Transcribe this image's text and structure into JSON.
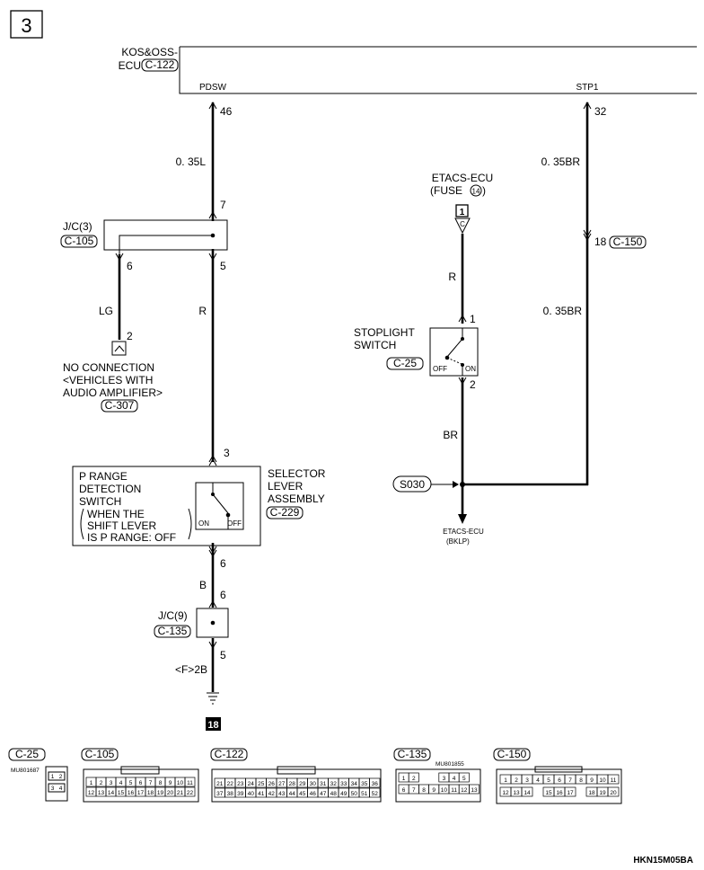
{
  "page_number": "3",
  "ecu": {
    "name_line1": "KOS&OSS-",
    "name_line2": "ECU",
    "connector": "C-122"
  },
  "signals": {
    "left": "PDSW",
    "right": "STP1"
  },
  "pins": {
    "pdsw": "46",
    "stp1": "32",
    "jc3_in": "7",
    "jc3_out_lg": "6",
    "jc3_out_r": "5",
    "nc_pin": "2",
    "sel_pin_top": "3",
    "sel_pin_bot": "6",
    "jc9_in": "6",
    "jc9_out": "5",
    "fuse_conn": "1",
    "stop_pin1": "1",
    "stop_pin2": "2",
    "c150_pin": "18"
  },
  "wires": {
    "w_035L": "0. 35L",
    "w_LG": "LG",
    "w_R1": "R",
    "w_B": "B",
    "w_ground": "<F>2B",
    "w_035BR_top": "0. 35BR",
    "w_035BR_mid": "0. 35BR",
    "w_R2": "R",
    "w_BR": "BR"
  },
  "jc3": {
    "name": "J/C(3)",
    "connector": "C-105"
  },
  "jc9": {
    "name": "J/C(9)",
    "connector": "C-135"
  },
  "no_connection": {
    "line1": "NO CONNECTION",
    "line2": "<VEHICLES WITH",
    "line3": "AUDIO AMPLIFIER>",
    "connector": "C-307"
  },
  "prange": {
    "line1": "P RANGE",
    "line2": "DETECTION",
    "line3": "SWITCH",
    "line4": "WHEN THE",
    "line5": "SHIFT LEVER",
    "line6": "IS P RANGE: OFF",
    "on": "ON",
    "off": "OFF"
  },
  "selector": {
    "line1": "SELECTOR",
    "line2": "LEVER",
    "line3": "ASSEMBLY",
    "connector": "C-229"
  },
  "etacs_fuse": {
    "line1": "ETACS-ECU",
    "line2": "(FUSE",
    "fuse_no": "14",
    "line2_end": ")",
    "conn_letter": "C"
  },
  "stoplight": {
    "line1": "STOPLIGHT",
    "line2": "SWITCH",
    "connector": "C-25",
    "off": "OFF",
    "on": "ON"
  },
  "c150_label": "C-150",
  "splice": "S030",
  "etacs_bklp": {
    "line1": "ETACS-ECU",
    "line2": "(BKLP)"
  },
  "ground_no": "18",
  "connectors": {
    "c25": {
      "label": "C-25",
      "code": "MU801687",
      "row1": [
        "1",
        "2"
      ],
      "row2": [
        "3",
        "4"
      ]
    },
    "c105": {
      "label": "C-105",
      "row1": [
        "1",
        "2",
        "3",
        "4",
        "5",
        "6",
        "7",
        "8",
        "9",
        "10",
        "11"
      ],
      "row2": [
        "12",
        "13",
        "14",
        "15",
        "16",
        "17",
        "18",
        "19",
        "20",
        "21",
        "22"
      ]
    },
    "c122": {
      "label": "C-122",
      "row1": [
        "21",
        "22",
        "23",
        "24",
        "25",
        "26",
        "27",
        "28",
        "29",
        "30",
        "31",
        "32",
        "33",
        "34",
        "35",
        "36"
      ],
      "row2": [
        "37",
        "38",
        "39",
        "40",
        "41",
        "42",
        "43",
        "44",
        "45",
        "46",
        "47",
        "48",
        "49",
        "50",
        "51",
        "52"
      ]
    },
    "c135": {
      "label": "C-135",
      "code": "MU801855",
      "row1": [
        "1",
        "2",
        "",
        "",
        "3",
        "4",
        "5"
      ],
      "row2": [
        "6",
        "7",
        "8",
        "9",
        "10",
        "11",
        "12",
        "13"
      ]
    },
    "c150": {
      "label": "C-150",
      "row1": [
        "1",
        "2",
        "3",
        "4",
        "5",
        "6",
        "7",
        "8",
        "9",
        "10",
        "11"
      ],
      "row2": [
        "12",
        "13",
        "14",
        "",
        "15",
        "16",
        "17",
        "",
        "18",
        "19",
        "20"
      ]
    }
  },
  "figure_code": "HKN15M05BA"
}
